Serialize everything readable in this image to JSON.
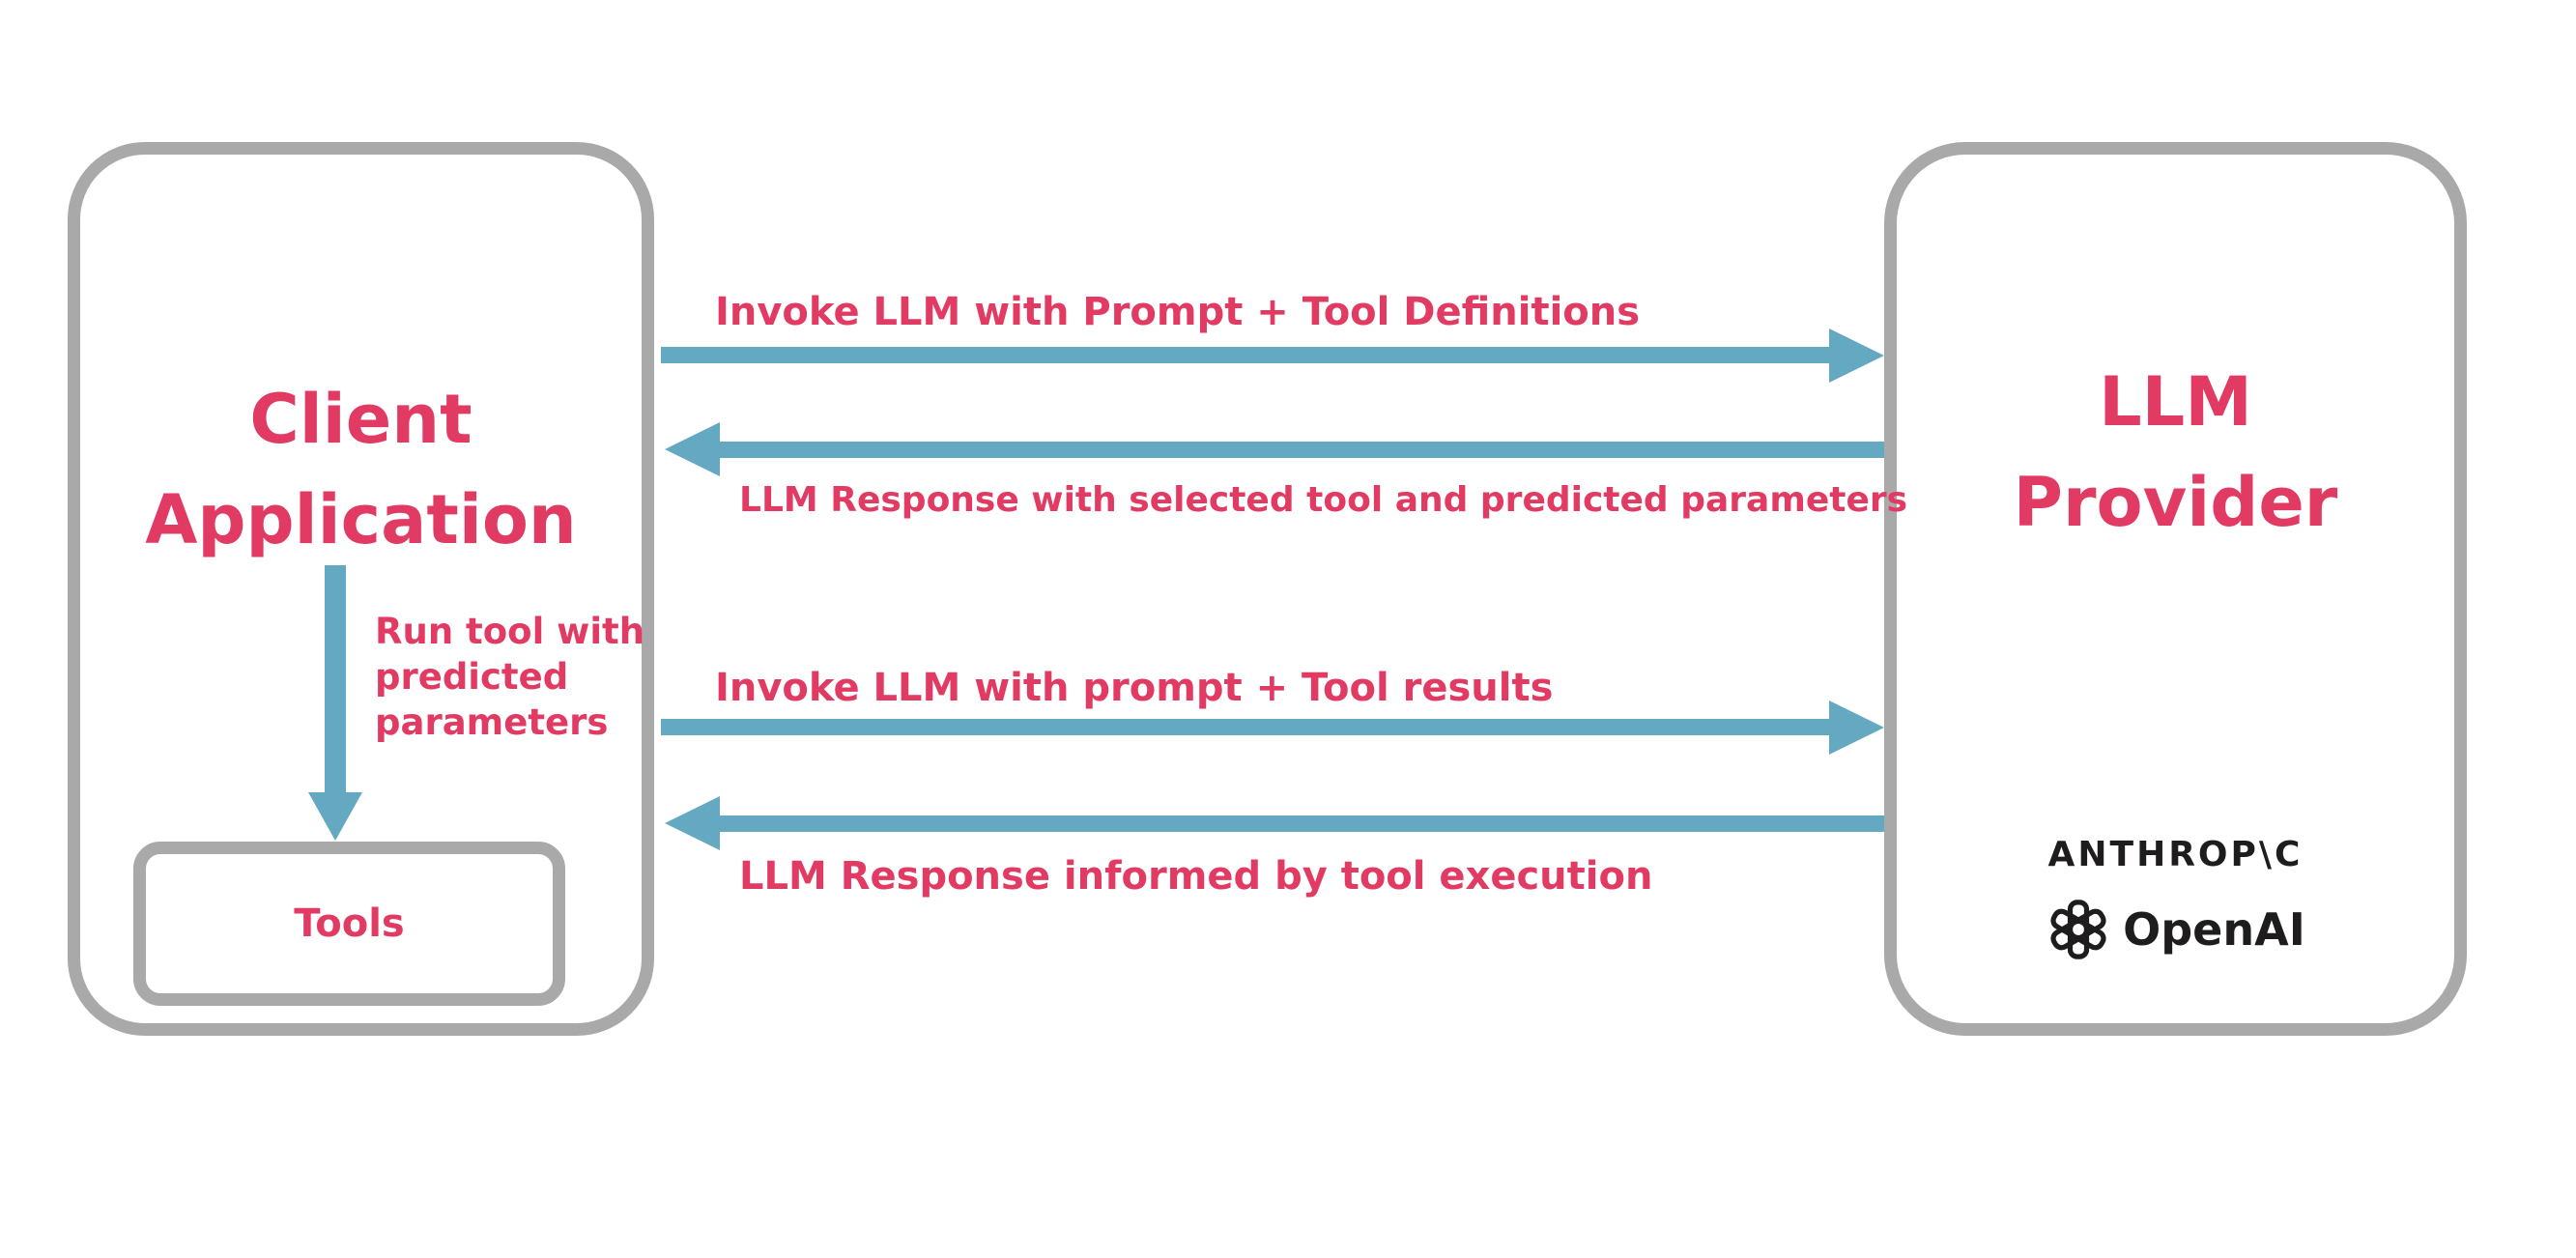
{
  "diagram": {
    "client_box": {
      "title_line1": "Client",
      "title_line2": "Application"
    },
    "tools_box": {
      "label": "Tools"
    },
    "llm_box": {
      "title_line1": "LLM",
      "title_line2": "Provider"
    },
    "messages": {
      "msg1": "Invoke LLM with Prompt + Tool Definitions",
      "msg2": "LLM Response with selected tool and predicted parameters",
      "run_tool": "Run tool with predicted parameters",
      "msg3": "Invoke LLM with prompt + Tool results",
      "msg4": "LLM Response informed by tool execution"
    },
    "logos": {
      "anthropic": "ANTHROP\\C",
      "openai": "OpenAI"
    },
    "colors": {
      "accent_pink": "#e13b63",
      "arrow_blue": "#64a8c2",
      "border_gray": "#a9a9a9",
      "logo_black": "#1f1c1d"
    }
  }
}
